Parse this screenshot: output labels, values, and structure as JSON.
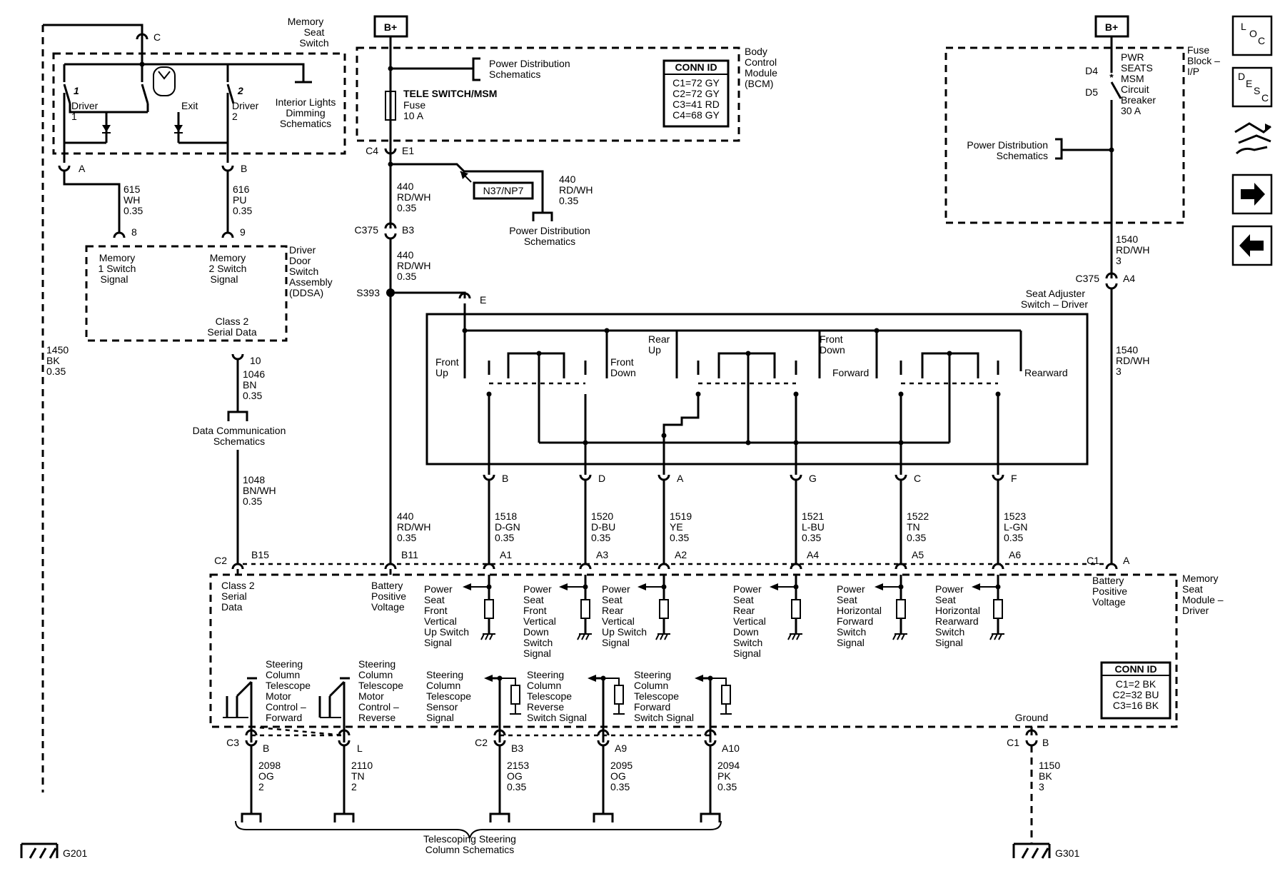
{
  "b_plus": "B+",
  "memory_seat_switch": {
    "title": [
      "Memory",
      "Seat",
      "Switch"
    ],
    "pin_c": "C",
    "driver1_num": "1",
    "driver2_num": "2",
    "driver1": [
      "Driver",
      "1"
    ],
    "driver2": [
      "Driver",
      "2"
    ],
    "exit": "Exit",
    "interior_lights": [
      "Interior Lights",
      "Dimming",
      "Schematics"
    ],
    "pin_a": "A",
    "pin_b": "B"
  },
  "wires_top_left": {
    "w615": [
      "615",
      "WH",
      "0.35"
    ],
    "w616": [
      "616",
      "PU",
      "0.35"
    ],
    "pin8": "8",
    "pin9": "9",
    "w1450": [
      "1450",
      "BK",
      "0.35"
    ]
  },
  "ddsa": {
    "title": [
      "Driver",
      "Door",
      "Switch",
      "Assembly",
      "(DDSA)"
    ],
    "mem1": [
      "Memory",
      "1 Switch",
      "Signal"
    ],
    "mem2": [
      "Memory",
      "2 Switch",
      "Signal"
    ],
    "class2": [
      "Class 2",
      "Serial Data"
    ],
    "pin10": "10",
    "w1046": [
      "1046",
      "BN",
      "0.35"
    ],
    "data_comm": [
      "Data Communication",
      "Schematics"
    ],
    "w1048": [
      "1048",
      "BN/WH",
      "0.35"
    ]
  },
  "bcm": {
    "title": [
      "Body",
      "Control",
      "Module",
      "(BCM)"
    ],
    "power_dist": [
      "Power Distribution",
      "Schematics"
    ],
    "fuse_name": "TELE SWITCH/MSM",
    "fuse_label": [
      "Fuse",
      "10 A"
    ],
    "conn_id_title": "CONN ID",
    "conn_id_rows": [
      "C1=72 GY",
      "C2=72 GY",
      "C3=41 RD",
      "C4=68 GY"
    ],
    "c4": "C4",
    "e1": "E1"
  },
  "center_wires": {
    "w440a": [
      "440",
      "RD/WH",
      "0.35"
    ],
    "w440b": [
      "440",
      "RD/WH",
      "0.35"
    ],
    "w440c": [
      "440",
      "RD/WH",
      "0.35"
    ],
    "w440d": [
      "440",
      "RD/WH",
      "0.35"
    ],
    "n37": "N37/NP7",
    "power_dist2": [
      "Power Distribution",
      "Schematics"
    ],
    "c375": "C375",
    "b3": "B3",
    "s393": "S393",
    "pin_e": "E"
  },
  "seat_adjuster": {
    "title": [
      "Seat Adjuster",
      "Switch – Driver"
    ],
    "front_up": [
      "Front",
      "Up"
    ],
    "front_down1": [
      "Front",
      "Down"
    ],
    "rear_up": [
      "Rear",
      "Up"
    ],
    "front_down2": [
      "Front",
      "Down"
    ],
    "forward": "Forward",
    "rearward": "Rearward",
    "pins": [
      "B",
      "D",
      "A",
      "G",
      "C",
      "F"
    ]
  },
  "signal_wires": [
    [
      "1518",
      "D-GN",
      "0.35"
    ],
    [
      "1520",
      "D-BU",
      "0.35"
    ],
    [
      "1519",
      "YE",
      "0.35"
    ],
    [
      "1521",
      "L-BU",
      "0.35"
    ],
    [
      "1522",
      "TN",
      "0.35"
    ],
    [
      "1523",
      "L-GN",
      "0.35"
    ]
  ],
  "fuse_block": {
    "title": [
      "Fuse",
      "Block –",
      "I/P"
    ],
    "breaker": [
      "PWR",
      "SEATS",
      "MSM",
      "Circuit",
      "Breaker",
      "30 A"
    ],
    "d4": "D4",
    "d5": "D5",
    "power_dist": [
      "Power Distribution",
      "Schematics"
    ]
  },
  "right_wires": {
    "w1540a": [
      "1540",
      "RD/WH",
      "3"
    ],
    "w1540b": [
      "1540",
      "RD/WH",
      "3"
    ],
    "c375": "C375",
    "a4": "A4"
  },
  "msm": {
    "title": [
      "Memory",
      "Seat",
      "Module –",
      "Driver"
    ],
    "top_pins": [
      "C2",
      "B15",
      "B11",
      "A1",
      "A3",
      "A2",
      "A4",
      "A5",
      "A6",
      "C1",
      "A"
    ],
    "class2": [
      "Class 2",
      "Serial",
      "Data"
    ],
    "batt1": [
      "Battery",
      "Positive",
      "Voltage"
    ],
    "batt2": [
      "Battery",
      "Positive",
      "Voltage"
    ],
    "sig1": [
      "Power",
      "Seat",
      "Front",
      "Vertical",
      "Up Switch",
      "Signal"
    ],
    "sig2": [
      "Power",
      "Seat",
      "Front",
      "Vertical",
      "Down",
      "Switch",
      "Signal"
    ],
    "sig3": [
      "Power",
      "Seat",
      "Rear",
      "Vertical",
      "Up Switch",
      "Signal"
    ],
    "sig4": [
      "Power",
      "Seat",
      "Rear",
      "Vertical",
      "Down",
      "Switch",
      "Signal"
    ],
    "sig5": [
      "Power",
      "Seat",
      "Horizontal",
      "Forward",
      "Switch",
      "Signal"
    ],
    "sig6": [
      "Power",
      "Seat",
      "Horizontal",
      "Rearward",
      "Switch",
      "Signal"
    ],
    "sc_fwd": [
      "Steering",
      "Column",
      "Telescope",
      "Motor",
      "Control –",
      "Forward"
    ],
    "sc_rev": [
      "Steering",
      "Column",
      "Telescope",
      "Motor",
      "Control –",
      "Reverse"
    ],
    "sc_sensor": [
      "Steering",
      "Column",
      "Telescope",
      "Sensor",
      "Signal"
    ],
    "sc_rev_sw": [
      "Steering",
      "Column",
      "Telescope",
      "Reverse",
      "Switch Signal"
    ],
    "sc_fwd_sw": [
      "Steering",
      "Column",
      "Telescope",
      "Forward",
      "Switch Signal"
    ],
    "conn_id_title": "CONN ID",
    "conn_id_rows": [
      "C1=2 BK",
      "C2=32 BU",
      "C3=16 BK"
    ],
    "ground": "Ground",
    "bottom_pins": [
      "C3",
      "B",
      "L",
      "C2",
      "B3",
      "A9",
      "A10",
      "C1",
      "B"
    ]
  },
  "bottom_wires": [
    [
      "2098",
      "OG",
      "2"
    ],
    [
      "2110",
      "TN",
      "2"
    ],
    [
      "2153",
      "OG",
      "0.35"
    ],
    [
      "2095",
      "OG",
      "0.35"
    ],
    [
      "2094",
      "PK",
      "0.35"
    ],
    [
      "1150",
      "BK",
      "3"
    ]
  ],
  "telescoping": [
    "Telescoping Steering",
    "Column Schematics"
  ],
  "grounds": {
    "g201": "G201",
    "g301": "G301"
  },
  "nav": {
    "loc": [
      "L",
      "O",
      "C"
    ],
    "desc": [
      "D",
      "E",
      "S",
      "C"
    ],
    "icons": [
      "loc-icon",
      "desc-icon",
      "connector-icon",
      "next-arrow-icon",
      "prev-arrow-icon"
    ]
  }
}
